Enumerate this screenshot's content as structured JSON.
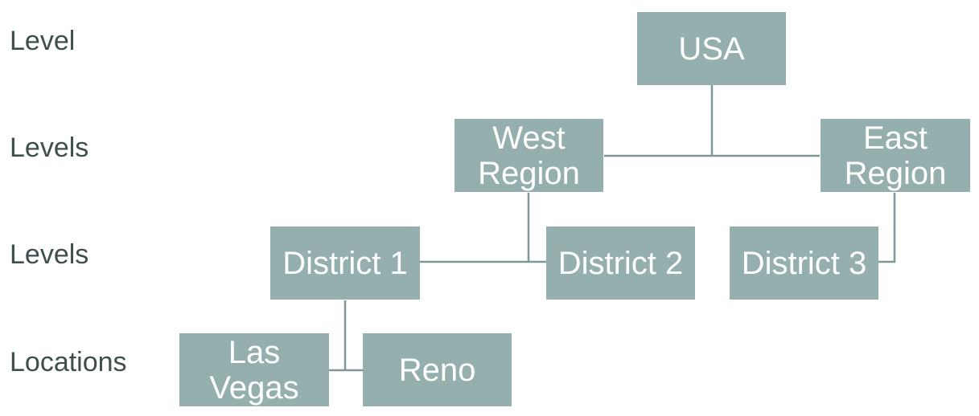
{
  "levels": [
    {
      "label": "Level"
    },
    {
      "label": "Levels"
    },
    {
      "label": "Levels"
    },
    {
      "label": "Locations"
    }
  ],
  "nodes": {
    "usa": "USA",
    "west_region": "West\nRegion",
    "east_region": "East\nRegion",
    "district_1": "District 1",
    "district_2": "District 2",
    "district_3": "District 3",
    "las_vegas": "Las\nVegas",
    "reno": "Reno"
  },
  "colors": {
    "node_fill": "#95aeae",
    "node_text": "#ffffff",
    "connector": "#7f9797",
    "label_text": "#3f4e4e"
  }
}
